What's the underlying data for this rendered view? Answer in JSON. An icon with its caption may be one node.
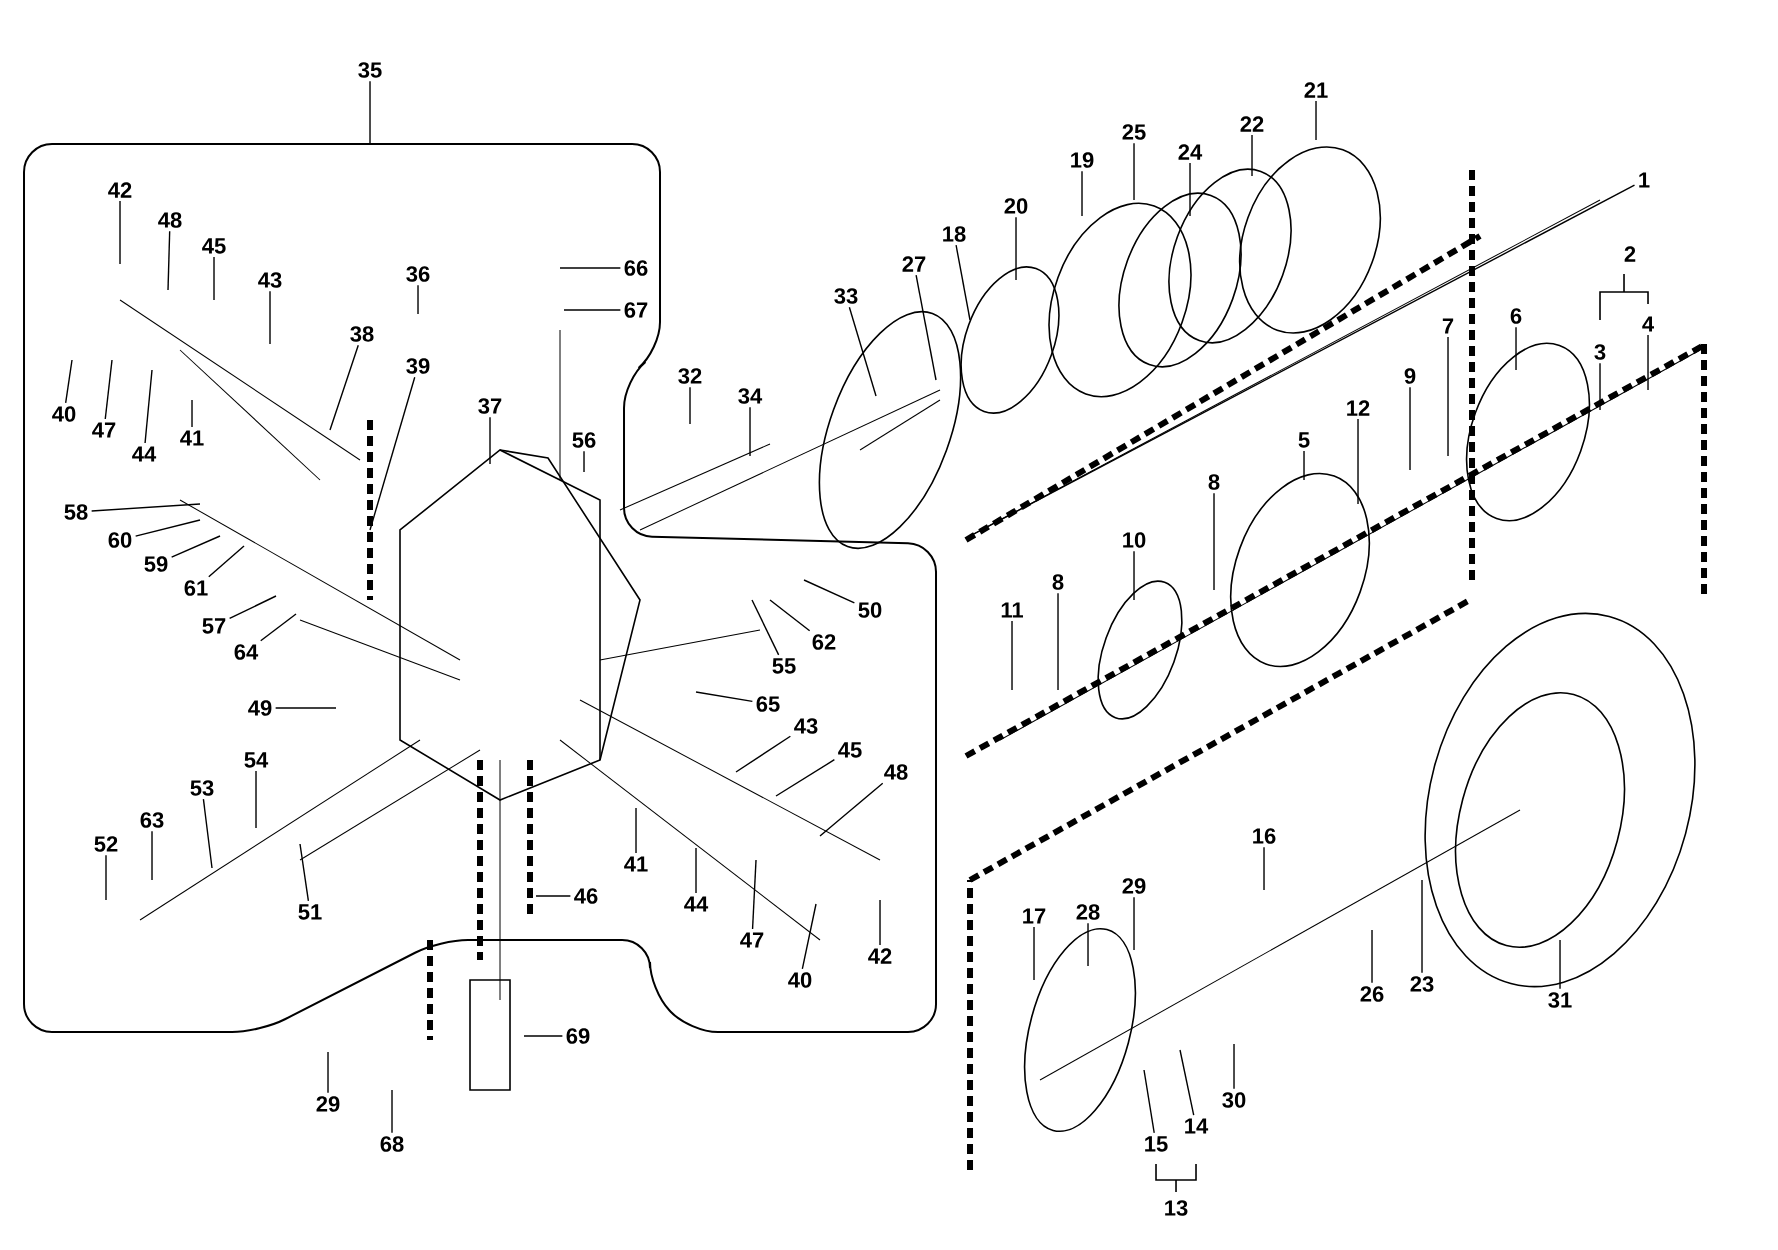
{
  "diagram": {
    "nodes": [
      {
        "text": [
          "35"
        ]
      },
      {
        "text": [
          "42"
        ]
      },
      {
        "text": [
          "48"
        ]
      },
      {
        "text": [
          "45"
        ]
      },
      {
        "text": [
          "43"
        ]
      },
      {
        "text": [
          "36"
        ]
      },
      {
        "text": [
          "38"
        ]
      },
      {
        "text": [
          "39"
        ]
      },
      {
        "text": [
          "37"
        ]
      },
      {
        "text": [
          "40"
        ]
      },
      {
        "text": [
          "47"
        ]
      },
      {
        "text": [
          "44"
        ]
      },
      {
        "text": [
          "41"
        ]
      },
      {
        "text": [
          "66"
        ]
      },
      {
        "text": [
          "67"
        ]
      },
      {
        "text": [
          "32"
        ]
      },
      {
        "text": [
          "34"
        ]
      },
      {
        "text": [
          "56"
        ]
      },
      {
        "text": [
          "58"
        ]
      },
      {
        "text": [
          "60"
        ]
      },
      {
        "text": [
          "59"
        ]
      },
      {
        "text": [
          "61"
        ]
      },
      {
        "text": [
          "57"
        ]
      },
      {
        "text": [
          "64"
        ]
      },
      {
        "text": [
          "49"
        ]
      },
      {
        "text": [
          "50"
        ]
      },
      {
        "text": [
          "62"
        ]
      },
      {
        "text": [
          "55"
        ]
      },
      {
        "text": [
          "65"
        ]
      },
      {
        "text": [
          "43"
        ]
      },
      {
        "text": [
          "45"
        ]
      },
      {
        "text": [
          "48"
        ]
      },
      {
        "text": [
          "41"
        ]
      },
      {
        "text": [
          "44"
        ]
      },
      {
        "text": [
          "47"
        ]
      },
      {
        "text": [
          "40"
        ]
      },
      {
        "text": [
          "42"
        ]
      },
      {
        "text": [
          "46"
        ]
      },
      {
        "text": [
          "52"
        ]
      },
      {
        "text": [
          "63"
        ]
      },
      {
        "text": [
          "53"
        ]
      },
      {
        "text": [
          "54"
        ]
      },
      {
        "text": [
          "51"
        ]
      },
      {
        "text": [
          "29"
        ]
      },
      {
        "text": [
          "68"
        ]
      },
      {
        "text": [
          "69"
        ]
      },
      {
        "text": [
          "33"
        ]
      },
      {
        "text": [
          "27"
        ]
      },
      {
        "text": [
          "18"
        ]
      },
      {
        "text": [
          "20"
        ]
      },
      {
        "text": [
          "19"
        ]
      },
      {
        "text": [
          "25"
        ]
      },
      {
        "text": [
          "24"
        ]
      },
      {
        "text": [
          "22"
        ]
      },
      {
        "text": [
          "21"
        ]
      },
      {
        "text": [
          "1"
        ]
      },
      {
        "text": [
          "4"
        ]
      },
      {
        "text": [
          "3"
        ]
      },
      {
        "text": [
          "6"
        ]
      },
      {
        "text": [
          "7"
        ]
      },
      {
        "text": [
          "9"
        ]
      },
      {
        "text": [
          "12"
        ]
      },
      {
        "text": [
          "5"
        ]
      },
      {
        "text": [
          "8"
        ]
      },
      {
        "text": [
          "10"
        ]
      },
      {
        "text": [
          "8"
        ]
      },
      {
        "text": [
          "11"
        ]
      },
      {
        "text": [
          "16"
        ]
      },
      {
        "text": [
          "29"
        ]
      },
      {
        "text": [
          "28"
        ]
      },
      {
        "text": [
          "17"
        ]
      },
      {
        "text": [
          "26"
        ]
      },
      {
        "text": [
          "23"
        ]
      },
      {
        "text": [
          "31"
        ]
      },
      {
        "text": [
          "30"
        ]
      },
      {
        "text": [
          "14"
        ]
      },
      {
        "text": [
          "15"
        ]
      }
    ],
    "edges": [
      {
        "from": 0,
        "to": null,
        "arrow": "none"
      },
      {
        "from": 1,
        "to": null,
        "arrow": "none"
      },
      {
        "from": 2,
        "to": null,
        "arrow": "none"
      },
      {
        "from": 3,
        "to": null,
        "arrow": "none"
      },
      {
        "from": 4,
        "to": null,
        "arrow": "none"
      },
      {
        "from": 5,
        "to": null,
        "arrow": "none"
      },
      {
        "from": 6,
        "to": null,
        "arrow": "none"
      },
      {
        "from": 7,
        "to": null,
        "arrow": "none"
      },
      {
        "from": 8,
        "to": null,
        "arrow": "none"
      },
      {
        "from": 9,
        "to": null,
        "arrow": "none"
      },
      {
        "from": 10,
        "to": null,
        "arrow": "none"
      },
      {
        "from": 11,
        "to": null,
        "arrow": "none"
      },
      {
        "from": 12,
        "to": null,
        "arrow": "none"
      },
      {
        "from": 13,
        "to": null,
        "arrow": "none"
      },
      {
        "from": 14,
        "to": null,
        "arrow": "none"
      },
      {
        "from": 15,
        "to": null,
        "arrow": "none"
      },
      {
        "from": 16,
        "to": null,
        "arrow": "none"
      },
      {
        "from": 17,
        "to": null,
        "arrow": "none"
      },
      {
        "from": 18,
        "to": null,
        "arrow": "none"
      },
      {
        "from": 19,
        "to": null,
        "arrow": "none"
      },
      {
        "from": 20,
        "to": null,
        "arrow": "none"
      },
      {
        "from": 21,
        "to": null,
        "arrow": "none"
      },
      {
        "from": 22,
        "to": null,
        "arrow": "none"
      },
      {
        "from": 23,
        "to": null,
        "arrow": "none"
      },
      {
        "from": 24,
        "to": null,
        "arrow": "none"
      },
      {
        "from": 25,
        "to": null,
        "arrow": "none"
      },
      {
        "from": 26,
        "to": null,
        "arrow": "none"
      },
      {
        "from": 27,
        "to": null,
        "arrow": "none"
      },
      {
        "from": 28,
        "to": null,
        "arrow": "none"
      },
      {
        "from": 29,
        "to": null,
        "arrow": "none"
      },
      {
        "from": 30,
        "to": null,
        "arrow": "none"
      },
      {
        "from": 31,
        "to": null,
        "arrow": "none"
      },
      {
        "from": 32,
        "to": null,
        "arrow": "none"
      },
      {
        "from": 33,
        "to": null,
        "arrow": "none"
      },
      {
        "from": 34,
        "to": null,
        "arrow": "none"
      },
      {
        "from": 35,
        "to": null,
        "arrow": "none"
      },
      {
        "from": 36,
        "to": null,
        "arrow": "none"
      },
      {
        "from": 37,
        "to": null,
        "arrow": "none"
      },
      {
        "from": 38,
        "to": null,
        "arrow": "none"
      },
      {
        "from": 39,
        "to": null,
        "arrow": "none"
      },
      {
        "from": 40,
        "to": null,
        "arrow": "none"
      },
      {
        "from": 41,
        "to": null,
        "arrow": "none"
      },
      {
        "from": 42,
        "to": null,
        "arrow": "none"
      },
      {
        "from": 43,
        "to": null,
        "arrow": "none"
      },
      {
        "from": 44,
        "to": null,
        "arrow": "none"
      },
      {
        "from": 45,
        "to": null,
        "arrow": "none"
      },
      {
        "from": 46,
        "to": null,
        "arrow": "none"
      },
      {
        "from": 47,
        "to": null,
        "arrow": "none"
      },
      {
        "from": 48,
        "to": null,
        "arrow": "none"
      },
      {
        "from": 49,
        "to": null,
        "arrow": "none"
      },
      {
        "from": 50,
        "to": null,
        "arrow": "none"
      },
      {
        "from": 51,
        "to": null,
        "arrow": "none"
      },
      {
        "from": 52,
        "to": null,
        "arrow": "none"
      },
      {
        "from": 53,
        "to": null,
        "arrow": "none"
      },
      {
        "from": 54,
        "to": null,
        "arrow": "none"
      },
      {
        "from": 55,
        "to": null,
        "arrow": "none"
      },
      {
        "from": 56,
        "to": null,
        "arrow": "none"
      },
      {
        "from": 57,
        "to": null,
        "arrow": "none"
      },
      {
        "from": 58,
        "to": null,
        "arrow": "none"
      },
      {
        "from": 59,
        "to": null,
        "arrow": "none"
      },
      {
        "from": 60,
        "to": null,
        "arrow": "none"
      },
      {
        "from": 61,
        "to": null,
        "arrow": "none"
      },
      {
        "from": 62,
        "to": null,
        "arrow": "none"
      },
      {
        "from": 63,
        "to": null,
        "arrow": "none"
      },
      {
        "from": 64,
        "to": null,
        "arrow": "none"
      },
      {
        "from": 65,
        "to": null,
        "arrow": "none"
      },
      {
        "from": 66,
        "to": null,
        "arrow": "none"
      },
      {
        "from": 67,
        "to": null,
        "arrow": "none"
      },
      {
        "from": 68,
        "to": null,
        "arrow": "none"
      },
      {
        "from": 69,
        "to": null,
        "arrow": "none"
      },
      {
        "from": 70,
        "to": null,
        "arrow": "none"
      },
      {
        "from": 71,
        "to": null,
        "arrow": "none"
      },
      {
        "from": 72,
        "to": null,
        "arrow": "none"
      },
      {
        "from": 73,
        "to": null,
        "arrow": "none"
      },
      {
        "from": 74,
        "to": null,
        "arrow": "none"
      },
      {
        "from": 75,
        "to": null,
        "arrow": "none"
      },
      {
        "from": 76,
        "to": null,
        "arrow": "none"
      }
    ],
    "labels": [
      "2",
      "13"
    ]
  }
}
